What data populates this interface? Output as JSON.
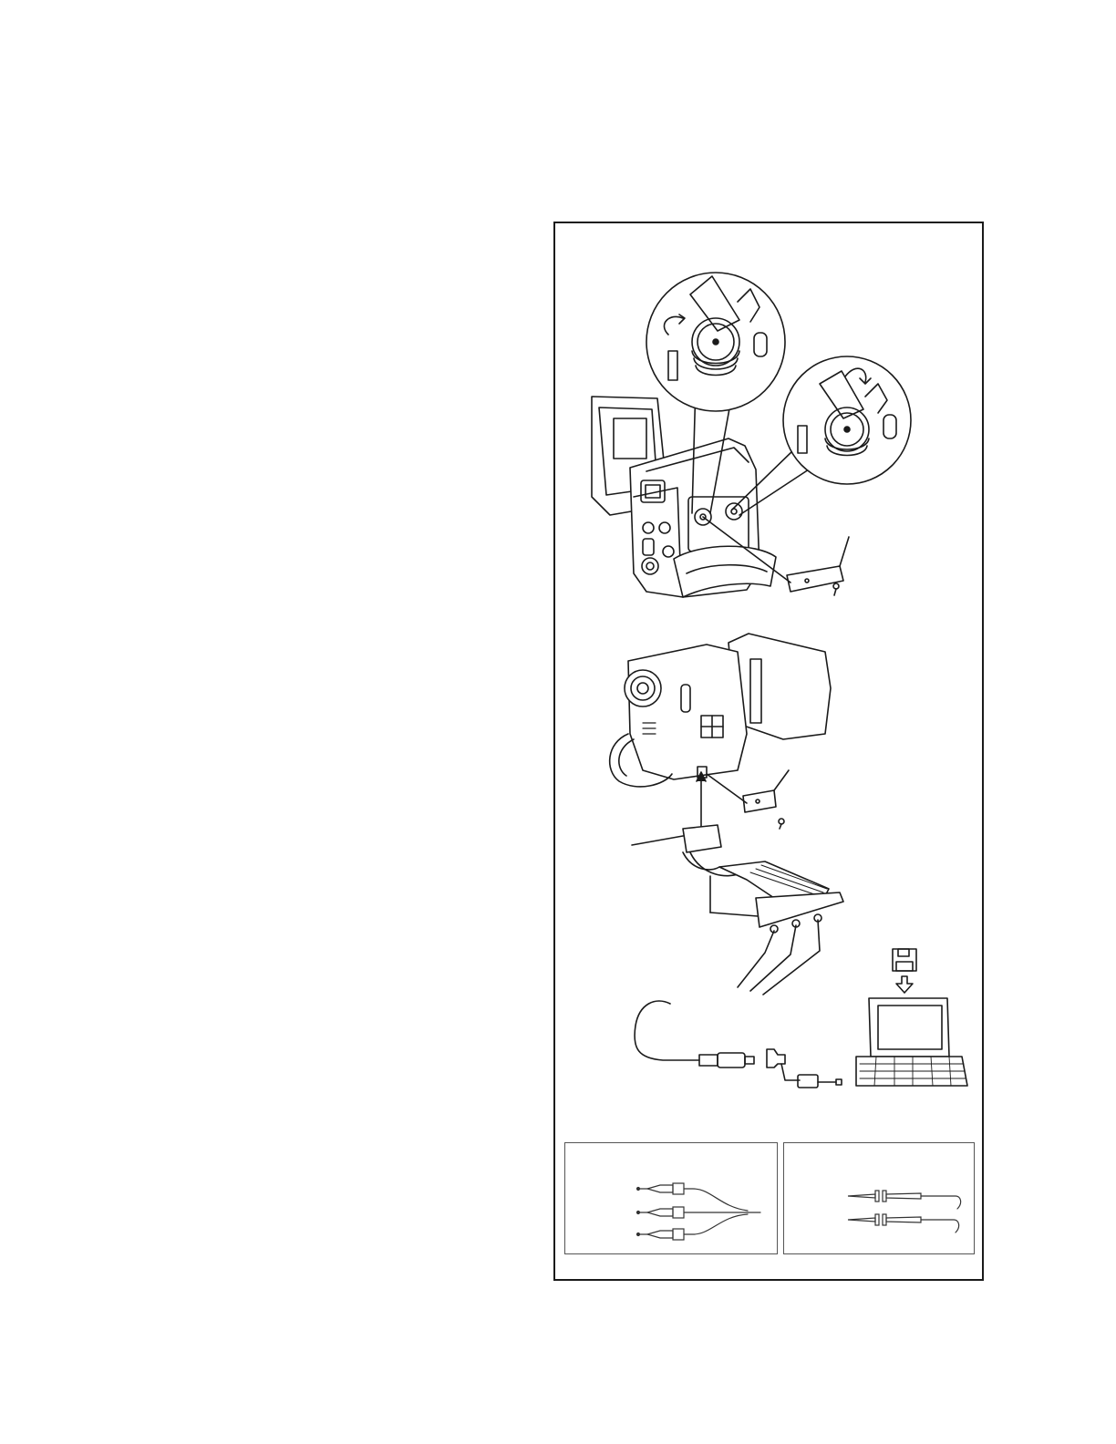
{
  "page": {
    "background": "#ffffff",
    "line_color": "#1a1a1a"
  },
  "figure": {
    "illustrations": [
      "camcorder-with-reel-detail-views",
      "camcorder-with-jig-cable-and-laptop",
      "clip-probe-leads",
      "test-probes"
    ],
    "icons": [
      "floppy-disk-icon",
      "down-arrow-icon",
      "laptop-icon"
    ]
  }
}
